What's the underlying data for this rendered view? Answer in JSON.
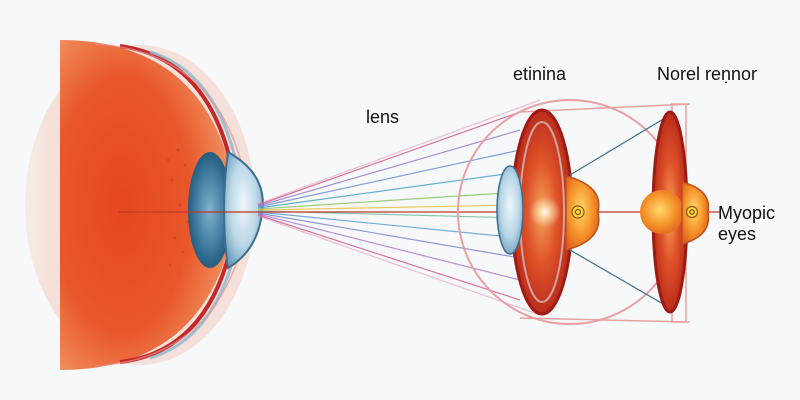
{
  "labels": {
    "lens": "lens",
    "retina": "etinina",
    "normal": "Norel reṇnor",
    "myopic_line1": "Myopic",
    "myopic_line2": "eyes"
  },
  "colors": {
    "background": "#f7f8fa",
    "eye_red": "#d9301e",
    "eye_orange": "#f2762e",
    "lens_blue": "#2f6b8f",
    "lens_light": "#cfe3ee",
    "rim_red": "#c62828",
    "focus_yellow": "#ffd23f",
    "outline_pink": "#e8a0a0",
    "axis_red": "#c0392b"
  },
  "icons": {
    "large_eye": "eyeball-cross-section-icon",
    "middle_eye": "retina-disc-icon",
    "right_eye": "normal-eye-disc-icon",
    "focus_point": "focal-point-icon"
  }
}
